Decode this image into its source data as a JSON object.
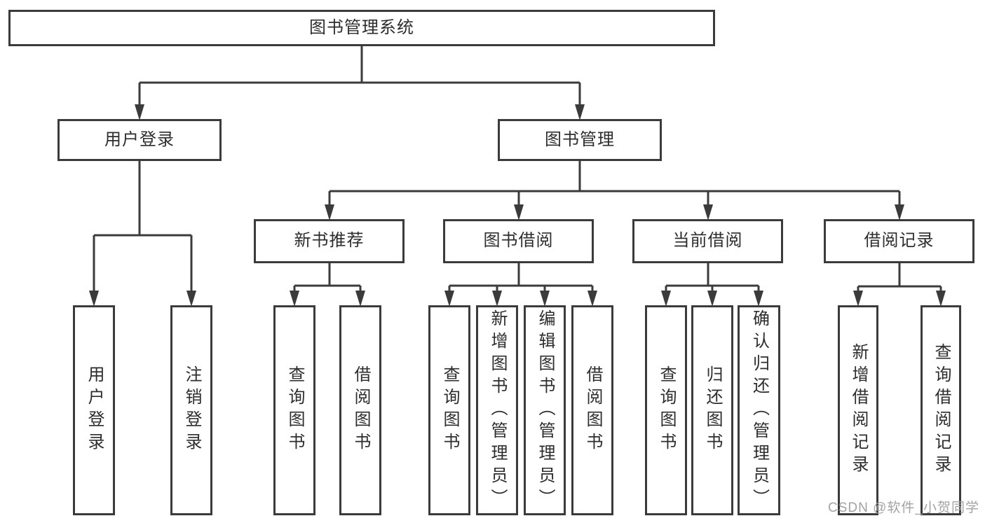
{
  "tree": {
    "root": "图书管理系统",
    "branches": [
      {
        "label": "用户登录",
        "leaves": [
          "用户登录",
          "注销登录"
        ]
      },
      {
        "label": "图书管理",
        "groups": [
          {
            "label": "新书推荐",
            "leaves": [
              "查询图书",
              "借阅图书"
            ]
          },
          {
            "label": "图书借阅",
            "leaves": [
              "查询图书",
              "新增图书（管理员）",
              "编辑图书（管理员）",
              "借阅图书"
            ]
          },
          {
            "label": "当前借阅",
            "leaves": [
              "查询图书",
              "归还图书",
              "确认归还（管理员）"
            ]
          },
          {
            "label": "借阅记录",
            "leaves": [
              "新增借阅记录",
              "查询借阅记录"
            ]
          }
        ]
      }
    ]
  },
  "watermark": {
    "text": "CSDN @软件_小贺同学"
  },
  "colors": {
    "line": "#3b3b3b",
    "text": "#2d2d2d",
    "box_background": "#ffffff",
    "watermark": "#a3a3a3"
  }
}
